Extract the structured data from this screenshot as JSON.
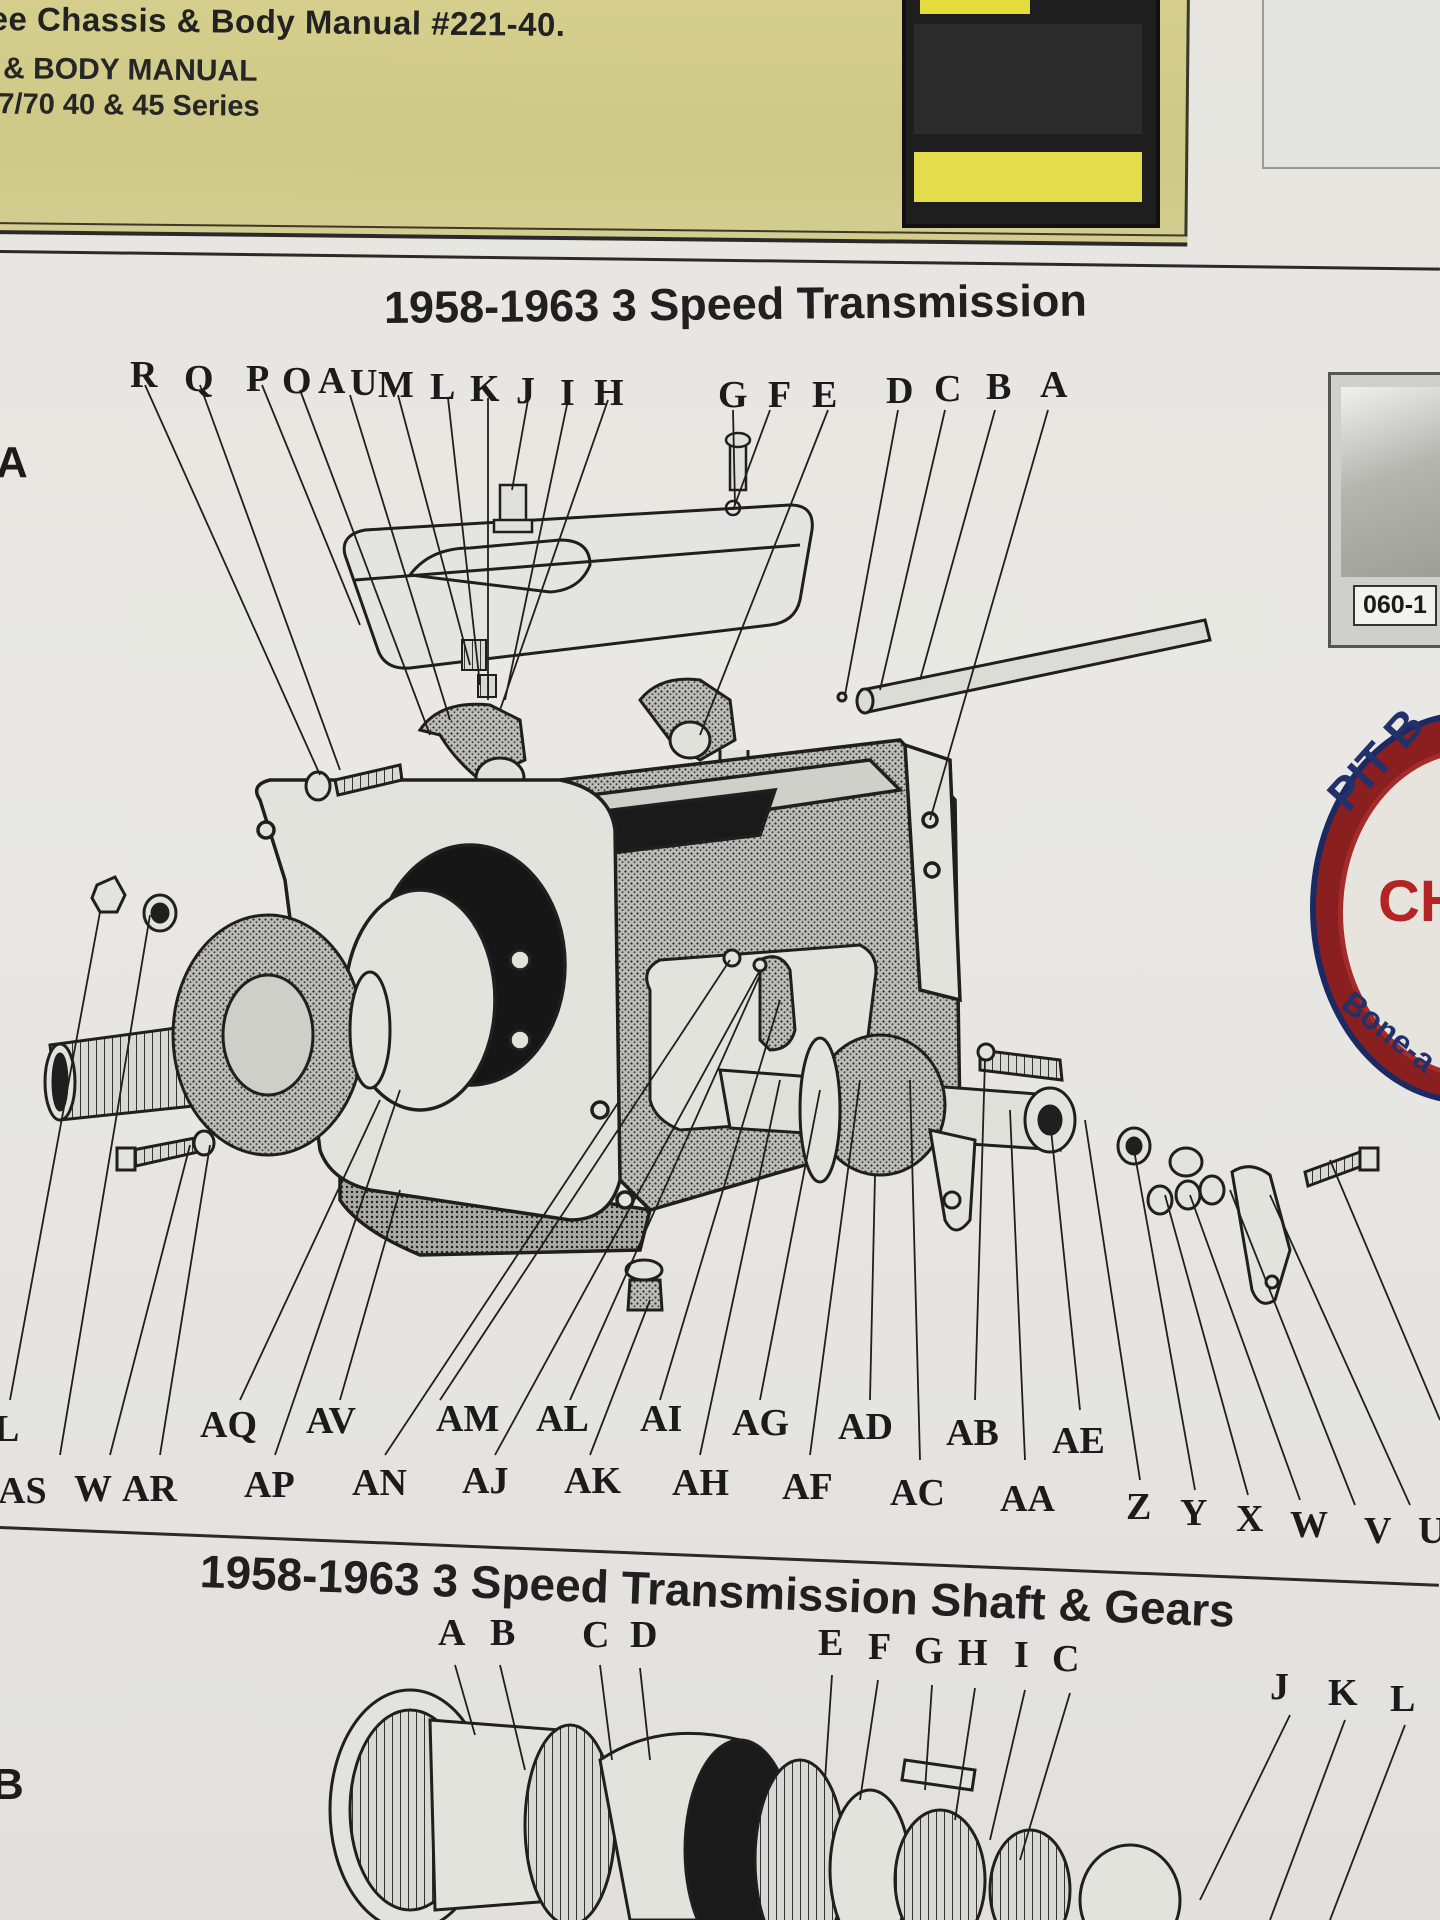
{
  "banner": {
    "title": "ee Chassis & Body Manual #221-40.",
    "line1": "& BODY MANUAL",
    "line2": "-7/70 40 & 45 Series"
  },
  "section_a": {
    "letter": "A",
    "title": "1958-1963 3 Speed Transmission"
  },
  "section_b": {
    "letter": "B",
    "title": "1958-1963 3 Speed Transmission Shaft & Gears"
  },
  "thumbnail": {
    "code": "060-1"
  },
  "badge": {
    "ring_text": "PIT B",
    "mid_text": "CH",
    "low_text": "Bone-a"
  },
  "top_labels": [
    "R",
    "Q",
    "P",
    "O",
    "A",
    "U",
    "M",
    "L",
    "K",
    "J",
    "I",
    "H",
    "G",
    "F",
    "E",
    "D",
    "C",
    "B",
    "A"
  ],
  "bottom_row1": [
    "L",
    "AQ",
    "AV",
    "AM",
    "AL",
    "AI",
    "AG",
    "AD",
    "AB",
    "AE"
  ],
  "bottom_row2": [
    "AS",
    "W",
    "AR",
    "AP",
    "AN",
    "AJ",
    "AK",
    "AH",
    "AF",
    "AC",
    "AA",
    "Z",
    "Y",
    "X",
    "W",
    "V",
    "U"
  ],
  "shaft_labels": [
    "A",
    "B",
    "C",
    "D",
    "E",
    "F",
    "G",
    "H",
    "I",
    "C",
    "J",
    "K",
    "L"
  ],
  "colors": {
    "banner_yellow": "#d3cd8c",
    "ink": "#1b1b1b",
    "paper": "#e8e7e3"
  }
}
